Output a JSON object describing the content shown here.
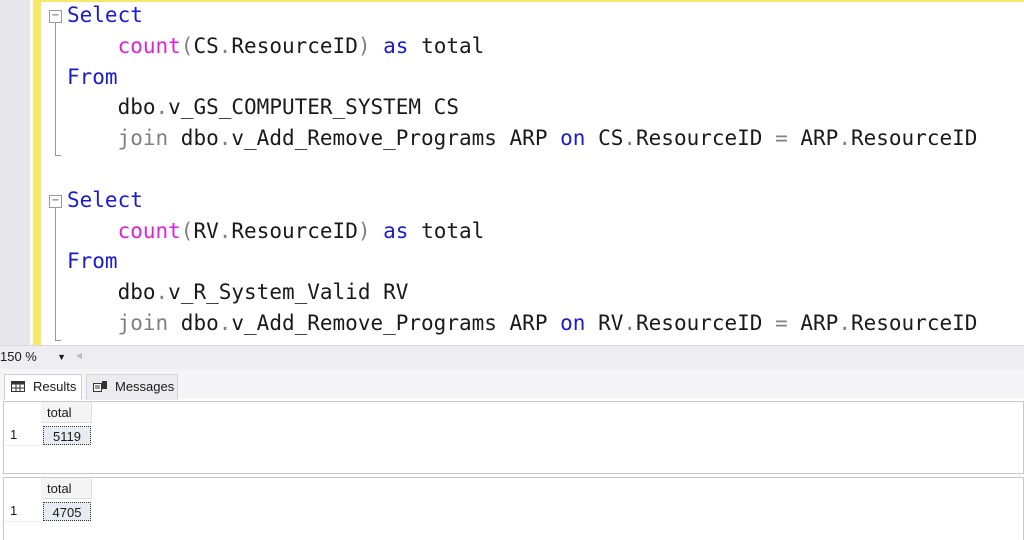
{
  "editor": {
    "lines": [
      {
        "tokens": [
          {
            "t": "Select",
            "c": "kw"
          }
        ]
      },
      {
        "tokens": [
          {
            "t": "    "
          },
          {
            "t": "count",
            "c": "fn"
          },
          {
            "t": "(",
            "c": "gray"
          },
          {
            "t": "CS"
          },
          {
            "t": ".",
            "c": "gray"
          },
          {
            "t": "ResourceID"
          },
          {
            "t": ")",
            "c": "gray"
          },
          {
            "t": " "
          },
          {
            "t": "as",
            "c": "kw"
          },
          {
            "t": " total"
          }
        ]
      },
      {
        "tokens": [
          {
            "t": "From",
            "c": "kw"
          }
        ]
      },
      {
        "tokens": [
          {
            "t": "    dbo"
          },
          {
            "t": ".",
            "c": "gray"
          },
          {
            "t": "v_GS_COMPUTER_SYSTEM CS"
          }
        ]
      },
      {
        "tokens": [
          {
            "t": "    "
          },
          {
            "t": "join",
            "c": "gray"
          },
          {
            "t": " dbo"
          },
          {
            "t": ".",
            "c": "gray"
          },
          {
            "t": "v_Add_Remove_Programs ARP "
          },
          {
            "t": "on",
            "c": "kw"
          },
          {
            "t": " CS"
          },
          {
            "t": ".",
            "c": "gray"
          },
          {
            "t": "ResourceID "
          },
          {
            "t": "=",
            "c": "gray"
          },
          {
            "t": " ARP"
          },
          {
            "t": ".",
            "c": "gray"
          },
          {
            "t": "ResourceID"
          }
        ]
      },
      {
        "tokens": []
      },
      {
        "tokens": [
          {
            "t": "Select",
            "c": "kw"
          }
        ]
      },
      {
        "tokens": [
          {
            "t": "    "
          },
          {
            "t": "count",
            "c": "fn"
          },
          {
            "t": "(",
            "c": "gray"
          },
          {
            "t": "RV"
          },
          {
            "t": ".",
            "c": "gray"
          },
          {
            "t": "ResourceID"
          },
          {
            "t": ")",
            "c": "gray"
          },
          {
            "t": " "
          },
          {
            "t": "as",
            "c": "kw"
          },
          {
            "t": " total"
          }
        ]
      },
      {
        "tokens": [
          {
            "t": "From",
            "c": "kw"
          }
        ]
      },
      {
        "tokens": [
          {
            "t": "    dbo"
          },
          {
            "t": ".",
            "c": "gray"
          },
          {
            "t": "v_R_System_Valid RV"
          }
        ]
      },
      {
        "tokens": [
          {
            "t": "    "
          },
          {
            "t": "join",
            "c": "gray"
          },
          {
            "t": " dbo"
          },
          {
            "t": ".",
            "c": "gray"
          },
          {
            "t": "v_Add_Remove_Programs ARP "
          },
          {
            "t": "on",
            "c": "kw"
          },
          {
            "t": " RV"
          },
          {
            "t": ".",
            "c": "gray"
          },
          {
            "t": "ResourceID "
          },
          {
            "t": "=",
            "c": "gray"
          },
          {
            "t": " ARP"
          },
          {
            "t": ".",
            "c": "gray"
          },
          {
            "t": "ResourceID"
          }
        ]
      }
    ]
  },
  "zoom": {
    "value": "150 %"
  },
  "tabs": {
    "results": "Results",
    "messages": "Messages"
  },
  "results": [
    {
      "column": "total",
      "row_number": "1",
      "value": "5119"
    },
    {
      "column": "total",
      "row_number": "1",
      "value": "4705"
    }
  ],
  "colors": {
    "keyword": "#1a1ad6",
    "function": "#e020d8",
    "operator": "#808080",
    "change_bar": "#f6e96a"
  }
}
